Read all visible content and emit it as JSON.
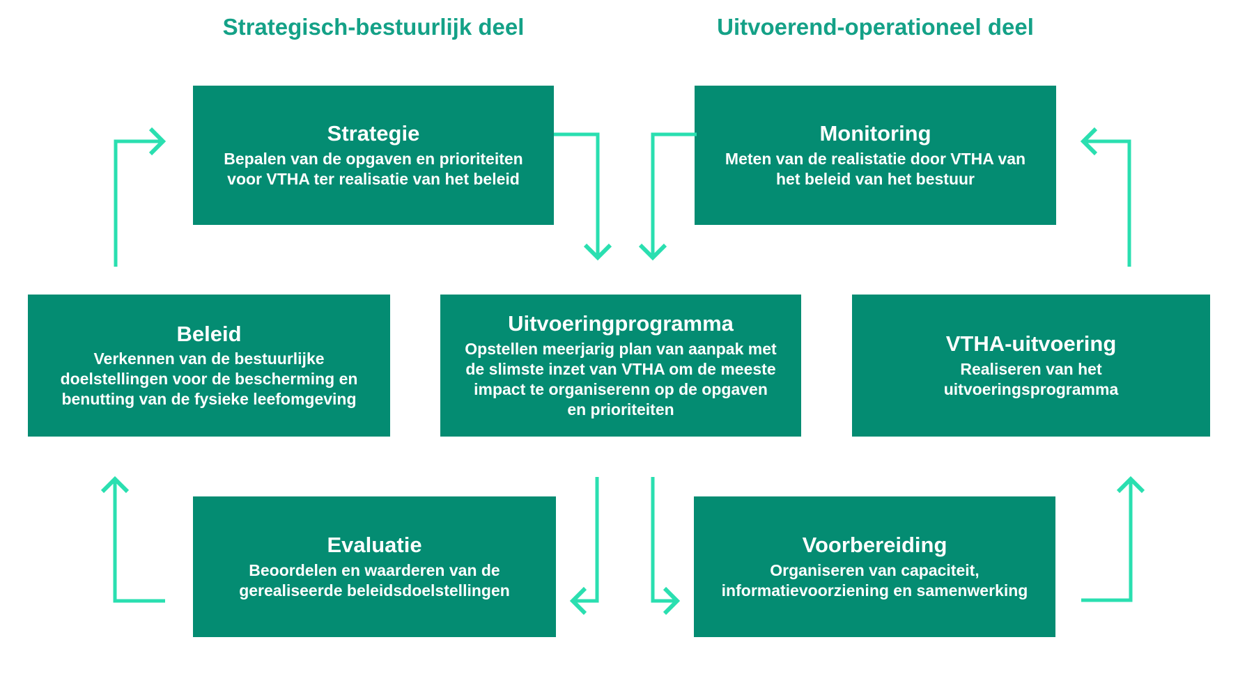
{
  "diagram": {
    "headers": [
      {
        "label": "Strategisch-bestuurlijk deel"
      },
      {
        "label": "Uitvoerend-operationeel deel"
      }
    ],
    "boxes": {
      "strategie": {
        "title": "Strategie",
        "body": "Bepalen van de opgaven en prioriteiten voor VTHA ter realisatie van het beleid"
      },
      "monitoring": {
        "title": "Monitoring",
        "body": "Meten van de realistatie door VTHA van het beleid van het bestuur"
      },
      "beleid": {
        "title": "Beleid",
        "body": "Verkennen van de bestuurlijke doelstellingen voor de bescherming en benutting van de fysieke leefomgeving"
      },
      "uitvoeringprogramma": {
        "title": "Uitvoeringprogramma",
        "body": "Opstellen meerjarig plan van aanpak met de slimste inzet van VTHA om de meeste impact te organiserenn op de opgaven en prioriteiten"
      },
      "vtha_uitvoering": {
        "title": "VTHA-uitvoering",
        "body": "Realiseren van het uitvoeringsprogramma"
      },
      "evaluatie": {
        "title": "Evaluatie",
        "body": "Beoordelen en waarderen van de gerealiseerde beleidsdoelstellingen"
      },
      "voorbereiding": {
        "title": "Voorbereiding",
        "body": "Organiseren van capaciteit, informatievoorziening en samenwerking"
      }
    },
    "arrows": [
      {
        "name": "beleid-to-strategie",
        "from": "Beleid",
        "to": "Strategie"
      },
      {
        "name": "strategie-to-uitvoeringprogramma",
        "from": "Strategie",
        "to": "Uitvoeringprogramma"
      },
      {
        "name": "monitoring-to-uitvoeringprogramma",
        "from": "Monitoring",
        "to": "Uitvoeringprogramma"
      },
      {
        "name": "vtha-uitvoering-to-monitoring",
        "from": "VTHA-uitvoering",
        "to": "Monitoring"
      },
      {
        "name": "uitvoeringprogramma-to-evaluatie",
        "from": "Uitvoeringprogramma",
        "to": "Evaluatie"
      },
      {
        "name": "uitvoeringprogramma-to-voorbereiding",
        "from": "Uitvoeringprogramma",
        "to": "Voorbereiding"
      },
      {
        "name": "evaluatie-to-beleid",
        "from": "Evaluatie",
        "to": "Beleid"
      },
      {
        "name": "voorbereiding-to-vtha-uitvoering",
        "from": "Voorbereiding",
        "to": "VTHA-uitvoering"
      }
    ],
    "colors": {
      "box_fill": "#048c72",
      "box_text": "#ffffff",
      "header_text": "#14a187",
      "arrow": "#2adfb0",
      "background": "#ffffff"
    }
  }
}
